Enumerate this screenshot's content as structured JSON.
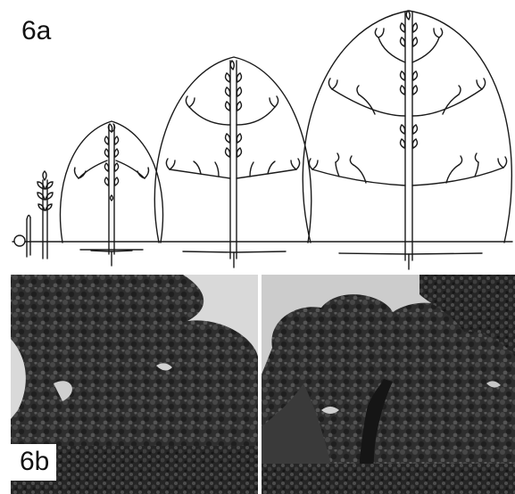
{
  "figure": {
    "panel_a_label": "6a",
    "panel_b_label": "6b"
  },
  "diagram": {
    "description_none": "",
    "stages": 5,
    "stroke_color": "#1a1a1a",
    "background": "#ffffff"
  },
  "photos": {
    "count": 2,
    "sky_color": "#d6d6d6",
    "foliage_color": "#2b2b2b"
  }
}
